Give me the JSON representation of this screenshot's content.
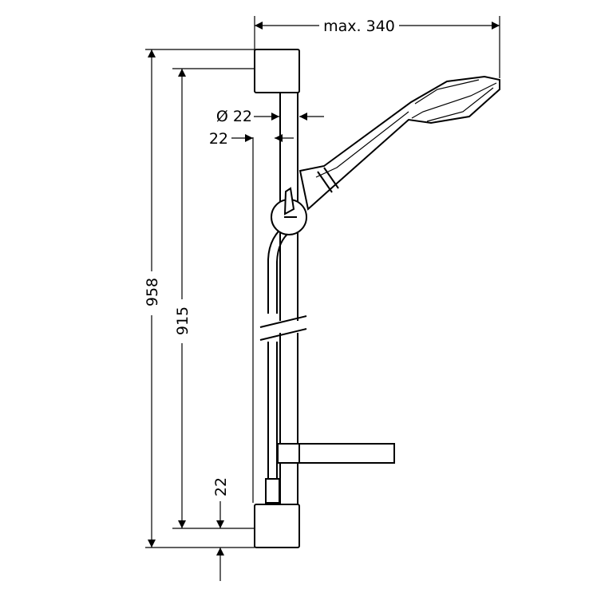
{
  "drawing": {
    "colors": {
      "line": "#000000",
      "background": "#ffffff"
    },
    "dimensions": {
      "max_width": "max. 340",
      "diameter_bar": "Ø 22",
      "wall_distance": "22",
      "total_height": "958",
      "bracket_distance": "915",
      "bottom_offset": "22"
    }
  }
}
